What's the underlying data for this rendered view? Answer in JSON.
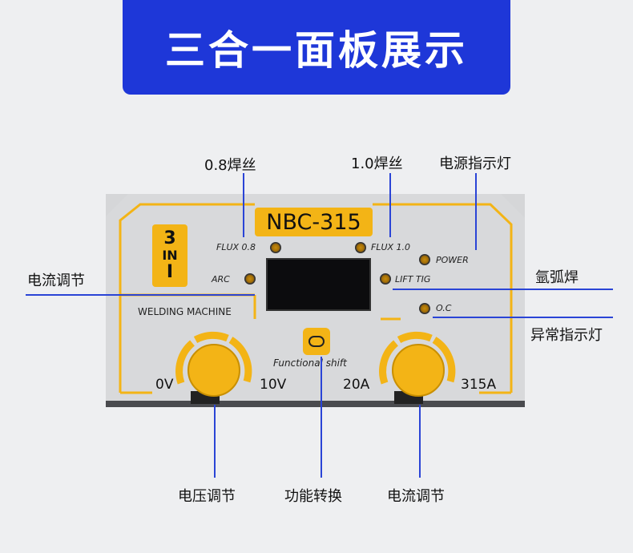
{
  "banner": {
    "title": "三合一面板展示"
  },
  "panel": {
    "model": "NBC-315",
    "badge_line1": "3",
    "badge_line2": "IN",
    "badge_line3": "I",
    "flux08": "FLUX 0.8",
    "flux10": "FLUX 1.0",
    "power": "POWER",
    "arc": "ARC",
    "lift_tig": "LIFT TIG",
    "oc": "O.C",
    "welding_machine": "WELDING MACHINE",
    "functional_shift": "Functional shift",
    "scale_0v": "0V",
    "scale_10v": "10V",
    "scale_20a": "20A",
    "scale_315a": "315A"
  },
  "annotations": {
    "wire08": "0.8焊丝",
    "wire10": "1.0焊丝",
    "power_indicator": "电源指示灯",
    "current_adjust_left": "电流调节",
    "argon_arc": "氩弧焊",
    "abnormal_indicator": "异常指示灯",
    "voltage_adjust": "电压调节",
    "function_switch": "功能转换",
    "current_adjust_bottom": "电流调节"
  },
  "colors": {
    "banner": "#1e37d8",
    "yellow": "#f3b416",
    "line": "#2a44d6"
  }
}
